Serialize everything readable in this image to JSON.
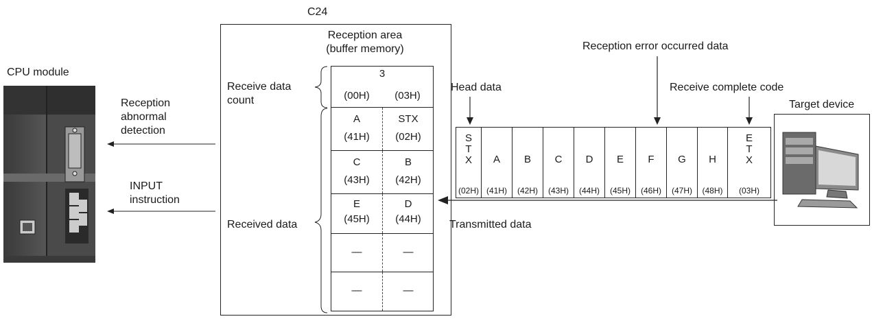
{
  "c24_label": "C24",
  "reception_area": {
    "line1": "Reception area",
    "line2": "(buffer memory)"
  },
  "cpu_module_label": "CPU module",
  "receive_data_count_label": {
    "line1": "Receive data",
    "line2": "count"
  },
  "received_data_label": "Received data",
  "reception_abnormal": {
    "line1": "Reception",
    "line2": "abnormal",
    "line3": "detection"
  },
  "input_instruction": {
    "line1": "INPUT",
    "line2": "instruction"
  },
  "head_data_label": "Head data",
  "reception_error_label": "Reception error occurred data",
  "receive_complete_label": "Receive complete code",
  "target_device_label": "Target device",
  "transmitted_data_label": "Transmitted data",
  "buffer": {
    "count": {
      "value": "3",
      "left_code": "(00H)",
      "right_code": "(03H)"
    },
    "rows": [
      {
        "left": "A",
        "left_code": "(41H)",
        "right": "STX",
        "right_code": "(02H)"
      },
      {
        "left": "C",
        "left_code": "(43H)",
        "right": "B",
        "right_code": "(42H)"
      },
      {
        "left": "E",
        "left_code": "(45H)",
        "right": "D",
        "right_code": "(44H)"
      },
      {
        "left": "—",
        "right": "—"
      },
      {
        "left": "—",
        "right": "—"
      }
    ]
  },
  "frame": [
    {
      "char": "STX",
      "code": "(02H)",
      "vertical": true
    },
    {
      "char": "A",
      "code": "(41H)"
    },
    {
      "char": "B",
      "code": "(42H)"
    },
    {
      "char": "C",
      "code": "(43H)"
    },
    {
      "char": "D",
      "code": "(44H)"
    },
    {
      "char": "E",
      "code": "(45H)"
    },
    {
      "char": "F",
      "code": "(46H)"
    },
    {
      "char": "G",
      "code": "(47H)"
    },
    {
      "char": "H",
      "code": "(48H)"
    },
    {
      "char": "ETX",
      "code": "(03H)",
      "vertical": true
    }
  ]
}
